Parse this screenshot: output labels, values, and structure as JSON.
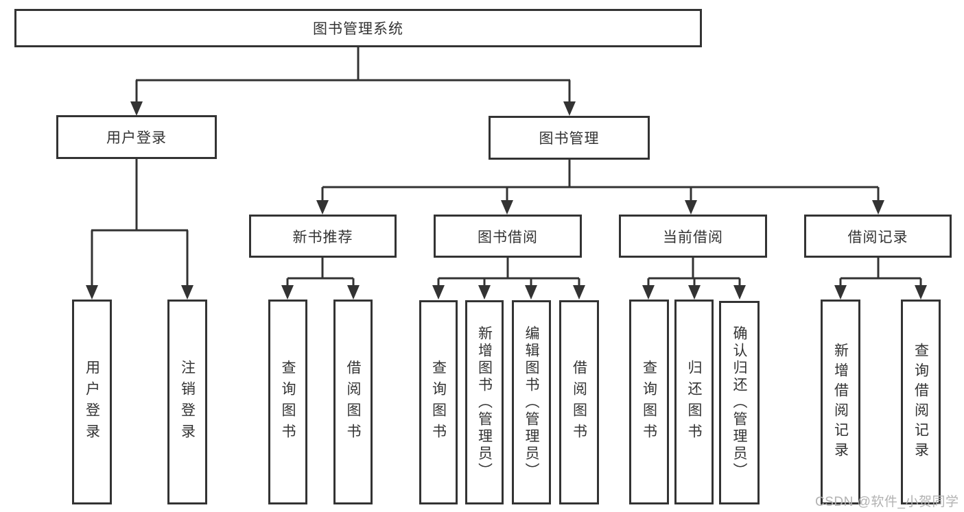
{
  "diagram_title": "图书管理系统",
  "tree": {
    "root": {
      "label": "图书管理系统"
    },
    "children": [
      {
        "label": "用户登录",
        "children": [
          {
            "label": "用户登录"
          },
          {
            "label": "注销登录"
          }
        ]
      },
      {
        "label": "图书管理",
        "children": [
          {
            "label": "新书推荐",
            "children": [
              {
                "label": "查询图书"
              },
              {
                "label": "借阅图书"
              }
            ]
          },
          {
            "label": "图书借阅",
            "children": [
              {
                "label": "查询图书"
              },
              {
                "label": "新增图书（管理员）"
              },
              {
                "label": "编辑图书（管理员）"
              },
              {
                "label": "借阅图书"
              }
            ]
          },
          {
            "label": "当前借阅",
            "children": [
              {
                "label": "查询图书"
              },
              {
                "label": "归还图书"
              },
              {
                "label": "确认归还（管理员）"
              }
            ]
          },
          {
            "label": "借阅记录",
            "children": [
              {
                "label": "新增借阅记录"
              },
              {
                "label": "查询借阅记录"
              }
            ]
          }
        ]
      }
    ]
  },
  "watermark": {
    "text": "CSDN @软件_小贺同学"
  },
  "colors": {
    "line": "#333333",
    "box_border": "#333333",
    "text": "#333333",
    "watermark": "#b2b2b2",
    "background": "#ffffff"
  }
}
